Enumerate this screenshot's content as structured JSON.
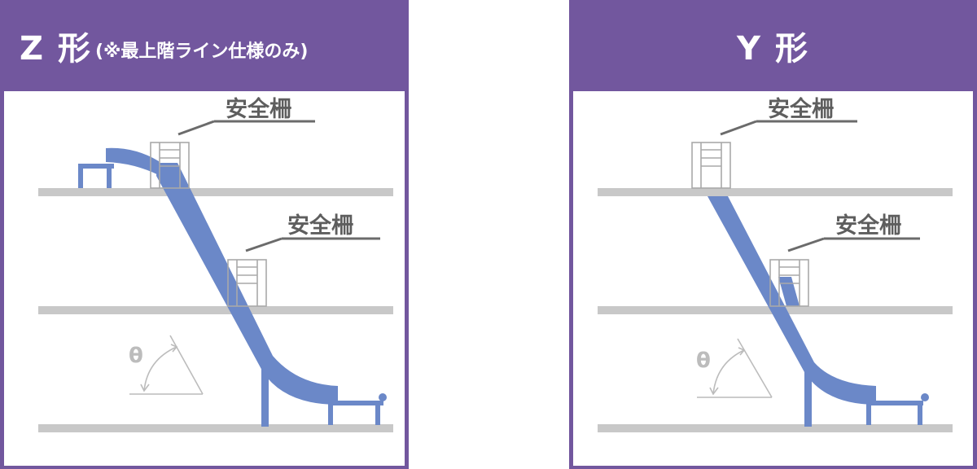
{
  "panels": {
    "z": {
      "title": "Z 形",
      "note": "(※最上階ライン仕様のみ)",
      "guard_label_top": "安全柵",
      "guard_label_mid": "安全柵",
      "angle_symbol": "θ"
    },
    "y": {
      "title": "Y 形",
      "guard_label_top": "安全柵",
      "guard_label_mid": "安全柵",
      "angle_symbol": "θ"
    }
  },
  "colors": {
    "frame": "#72579e",
    "chute": "#6b88c8",
    "floor": "#c8c8c8",
    "guard": "#a9a9a9",
    "leader": "#6b6b6b",
    "angle": "#bcbcbc",
    "label": "#5e5e5e"
  }
}
